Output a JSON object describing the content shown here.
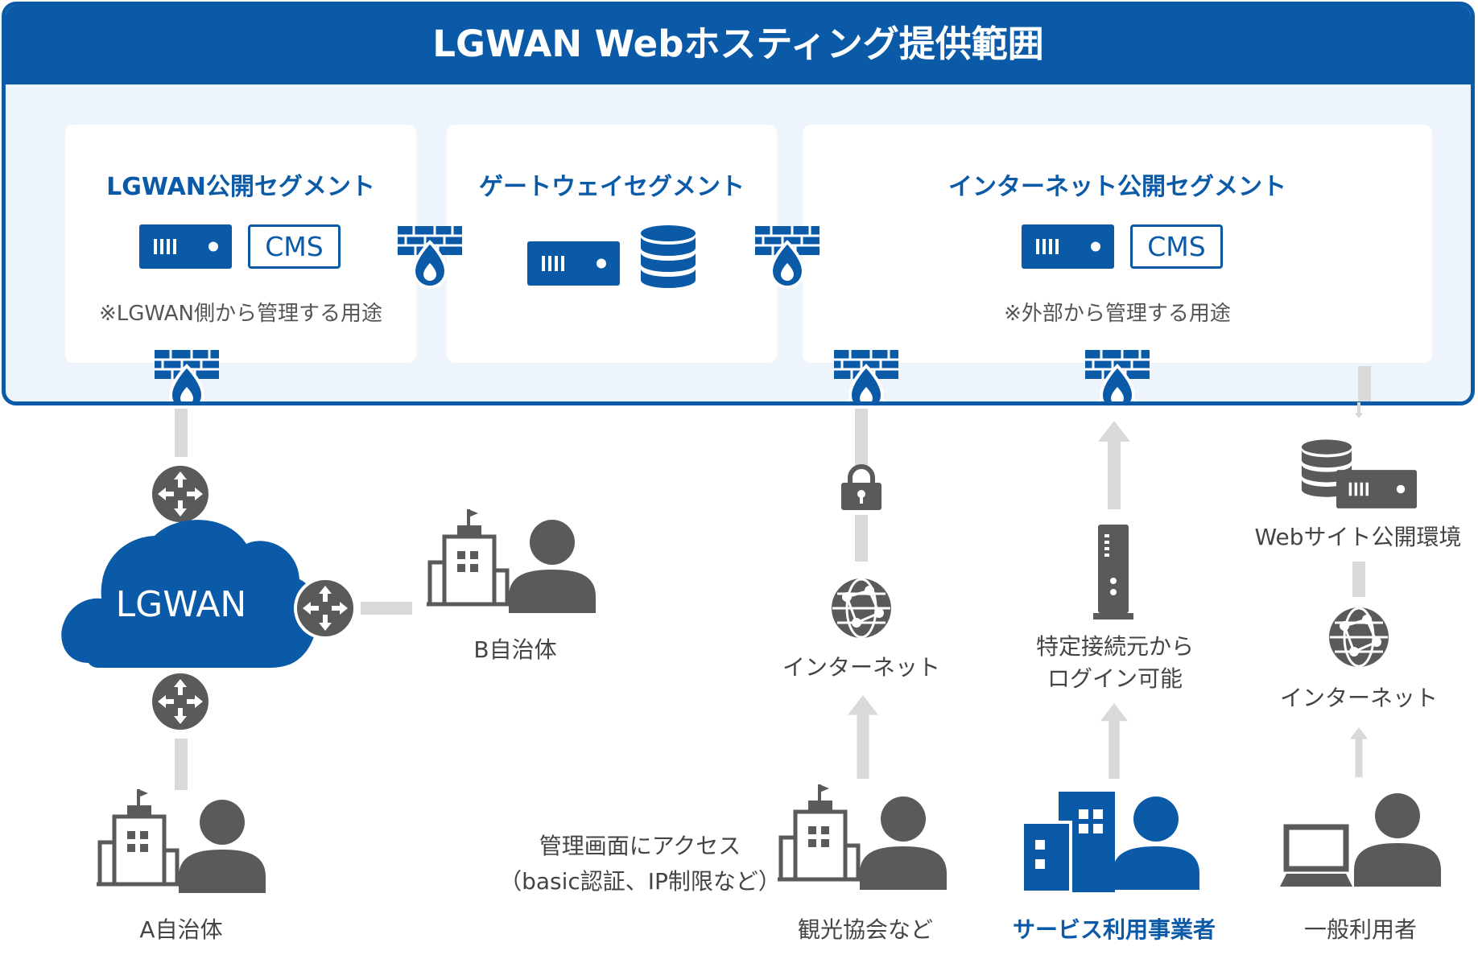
{
  "title": "LGWAN Webホスティング提供範囲",
  "segments": {
    "lgwan": {
      "title": "LGWAN公開セグメント",
      "cms": "CMS",
      "note": "※LGWAN側から管理する用途"
    },
    "gateway": {
      "title": "ゲートウェイセグメント"
    },
    "internet": {
      "title": "インターネット公開セグメント",
      "cms": "CMS",
      "note": "※外部から管理する用途"
    }
  },
  "network": {
    "lgwan_cloud": "LGWAN",
    "a_municipality": "A自治体",
    "b_municipality": "B自治体"
  },
  "access_paths": {
    "tourism": {
      "internet": "インターネット",
      "admin_note_line1": "管理画面にアクセス",
      "admin_note_line2": "（basic認証、IP制限など）",
      "user": "観光協会など"
    },
    "service": {
      "login_line1": "特定接続元から",
      "login_line2": "ログイン可能",
      "user": "サービス利用事業者"
    },
    "general": {
      "env": "Webサイト公開環境",
      "internet": "インターネット",
      "user": "一般利用者"
    }
  },
  "colors": {
    "primary": "#0b5aa8",
    "panel": "#eef4fb",
    "gray_icon": "#5a5a5a",
    "connector": "#d9d9d9"
  },
  "icons": [
    "server-icon",
    "database-icon",
    "firewall-icon",
    "router-icon",
    "cloud-icon",
    "building-icon",
    "person-icon",
    "lock-icon",
    "globe-icon",
    "router-device-icon",
    "laptop-icon"
  ]
}
